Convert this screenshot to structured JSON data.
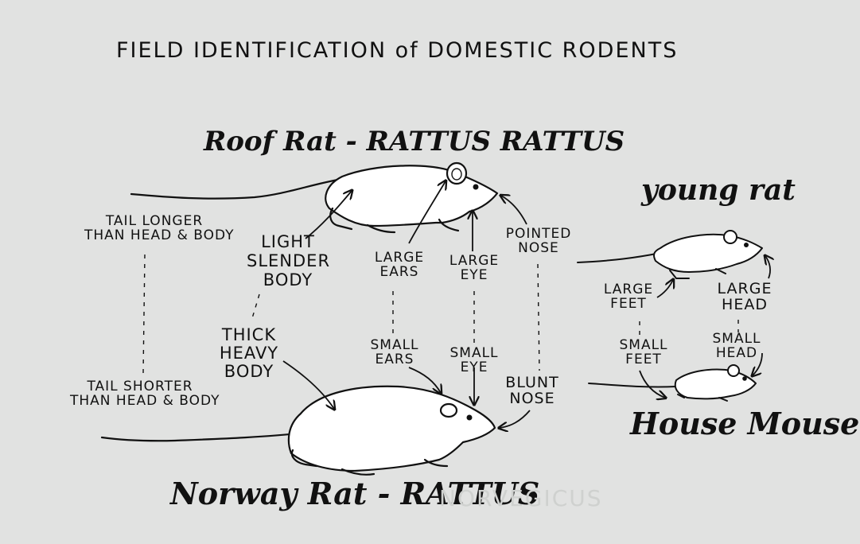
{
  "title": "FIELD IDENTIFICATION of DOMESTIC RODENTS",
  "species": {
    "roof_rat": "Roof Rat - RATTUS RATTUS",
    "norway_rat": "Norway Rat - RATTUS",
    "norway_rat_faded": "NORVEGICUS",
    "young_rat": "young rat",
    "house_mouse": "House Mouse"
  },
  "labels": {
    "tail_longer": [
      "TAIL LONGER",
      "THAN HEAD & BODY"
    ],
    "tail_shorter": [
      "TAIL SHORTER",
      "THAN HEAD & BODY"
    ],
    "light_slender": [
      "LIGHT",
      "SLENDER",
      "BODY"
    ],
    "thick_heavy": [
      "THICK",
      "HEAVY",
      "BODY"
    ],
    "large_ears": [
      "LARGE",
      "EARS"
    ],
    "small_ears": [
      "SMALL",
      "EARS"
    ],
    "large_eye": [
      "LARGE",
      "EYE"
    ],
    "small_eye": [
      "SMALL",
      "EYE"
    ],
    "pointed_nose": [
      "POINTED",
      "NOSE"
    ],
    "blunt_nose": [
      "BLUNT",
      "NOSE"
    ],
    "large_feet": [
      "LARGE",
      "FEET"
    ],
    "small_feet": [
      "SMALL",
      "FEET"
    ],
    "large_head": [
      "LARGE",
      "HEAD"
    ],
    "small_head": [
      "SMALL",
      "HEAD"
    ]
  },
  "colors": {
    "background": "#e1e2e1",
    "ink": "#111111",
    "animal_fill": "#ffffff",
    "faded": "#cfd1cf"
  }
}
